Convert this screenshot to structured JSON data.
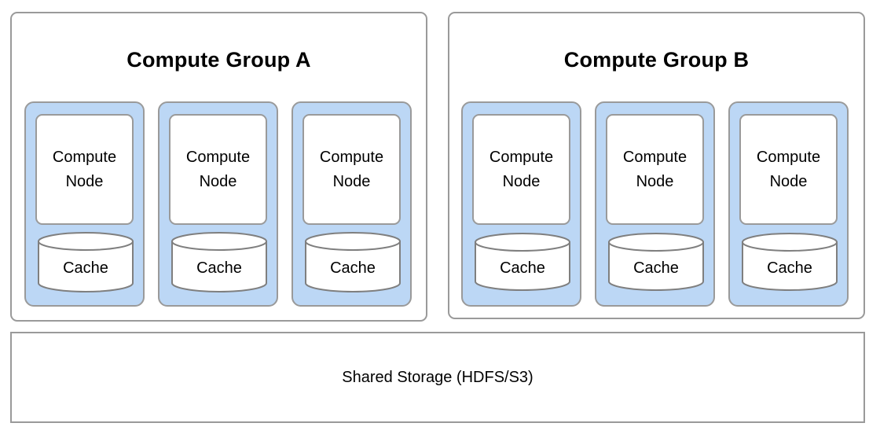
{
  "diagram": {
    "title_visible": false,
    "colors": {
      "node_fill": "#bcd7f5",
      "border": "#9a9a9a",
      "card_fill": "#ffffff",
      "background": "#ffffff",
      "text": "#000000"
    },
    "groups": [
      {
        "id": "compute-group-a",
        "label": "Compute Group A",
        "nodes": [
          {
            "id": "a-node-1",
            "card_line1": "Compute",
            "card_line2": "Node",
            "cache_label": "Cache",
            "cache_shape": "cylinder"
          },
          {
            "id": "a-node-2",
            "card_line1": "Compute",
            "card_line2": "Node",
            "cache_label": "Cache",
            "cache_shape": "cylinder"
          },
          {
            "id": "a-node-3",
            "card_line1": "Compute",
            "card_line2": "Node",
            "cache_label": "Cache",
            "cache_shape": "cylinder"
          }
        ]
      },
      {
        "id": "compute-group-b",
        "label": "Compute Group B",
        "nodes": [
          {
            "id": "b-node-1",
            "card_line1": "Compute",
            "card_line2": "Node",
            "cache_label": "Cache",
            "cache_shape": "cylinder"
          },
          {
            "id": "b-node-2",
            "card_line1": "Compute",
            "card_line2": "Node",
            "cache_label": "Cache",
            "cache_shape": "cylinder"
          },
          {
            "id": "b-node-3",
            "card_line1": "Compute",
            "card_line2": "Node",
            "cache_label": "Cache",
            "cache_shape": "cylinder"
          }
        ]
      }
    ],
    "storage": {
      "id": "shared-storage",
      "label": "Shared Storage (HDFS/S3)"
    }
  }
}
